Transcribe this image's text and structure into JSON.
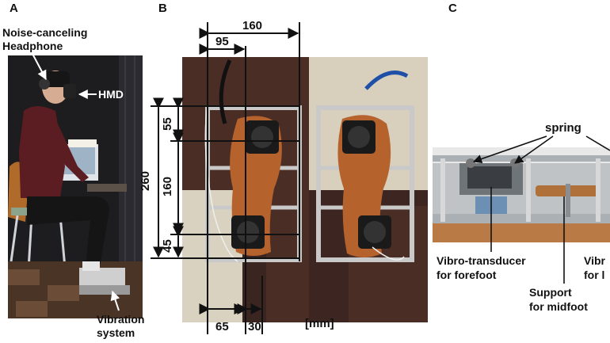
{
  "panels": {
    "a": {
      "letter": "A",
      "labels": {
        "headphone_line1": "Noise-canceling",
        "headphone_line2": "Headphone",
        "hmd": "HMD",
        "vibration_line1": "Vibration",
        "vibration_line2": "system"
      }
    },
    "b": {
      "letter": "B",
      "dimensions": {
        "total_width": "160",
        "partial_width": "95",
        "total_length": "260",
        "segment_top": "55",
        "segment_mid": "160",
        "segment_bottom": "45",
        "bottom_left": "65",
        "bottom_right": "30",
        "unit": "[mm]"
      }
    },
    "c": {
      "letter": "C",
      "labels": {
        "spring": "spring",
        "transducer_line1": "Vibro-transducer",
        "transducer_line2": "for forefoot",
        "support_line1": "Support",
        "support_line2": "for midfoot",
        "cut_line1": "Vibr",
        "cut_line2": "for l"
      }
    }
  }
}
